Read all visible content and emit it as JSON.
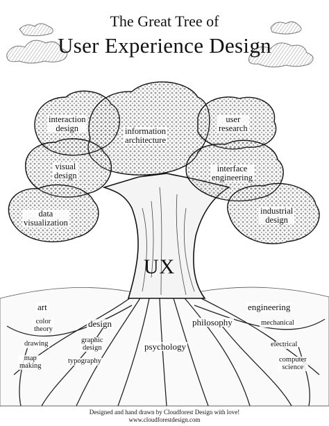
{
  "title": {
    "line1": "The Great Tree of",
    "line2": "User Experience Design"
  },
  "trunk_label": "UX",
  "branches": {
    "interaction_design": [
      "interaction",
      "design"
    ],
    "information_architecture": [
      "information",
      "architecture"
    ],
    "user_research": [
      "user",
      "research"
    ],
    "visual_design": [
      "visual",
      "design"
    ],
    "interface_engineering": [
      "interface",
      "engineering"
    ],
    "data_visualization": [
      "data",
      "visualization"
    ],
    "industrial_design": [
      "industrial",
      "design"
    ]
  },
  "roots": {
    "art": "art",
    "color_theory": [
      "color",
      "theory"
    ],
    "drawing": "drawing",
    "map_making": [
      "map",
      "making"
    ],
    "design": "design",
    "graphic_design": [
      "graphic",
      "design"
    ],
    "typography": "typography",
    "psychology": "psychology",
    "philosophy": "philosophy",
    "engineering": "engineering",
    "mechanical": "mechanical",
    "electrical": "electrical",
    "computer_science": [
      "computer",
      "science"
    ]
  },
  "footer": {
    "line1": "Designed and hand drawn by Cloudforest Design with love!",
    "line2": "www.cloudforestdesign.com"
  },
  "colors": {
    "ink": "#111111",
    "paper": "#ffffff",
    "hatch": "#555555"
  }
}
